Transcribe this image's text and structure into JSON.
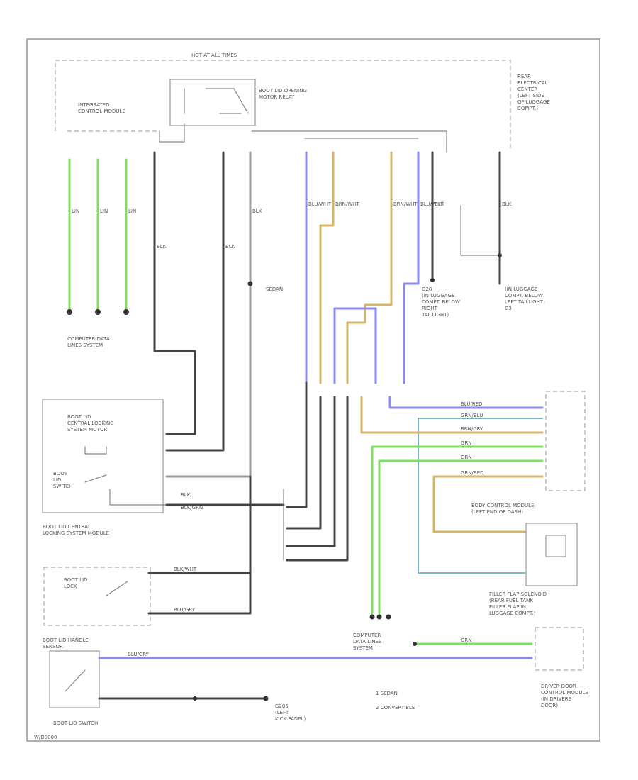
{
  "labels": {
    "power": "HOT AT ALL TIMES",
    "relay": "BOOT LID OPENING\nMOTOR RELAY",
    "icm": "INTEGRATED\nCONTROL MODULE",
    "rec": "REAR\nELECTRICAL\nCENTER\n(LEFT SIDE\nOF LUGGAGE\nCOMPT.)",
    "cdls_top": "COMPUTER DATA\nLINES SYSTEM",
    "sedan_mark": "SEDAN",
    "g_right": "G28\n(IN LUGGAGE\nCOMPT. BELOW\nRIGHT\nTAILLIGHT)",
    "g_left": "(IN LUGGAGE\nCOMPT. BELOW\nLEFT TAILLIGHT)\nG3",
    "lock_motor": "BOOT LID\nCENTRAL LOCKING\nSYSTEM MOTOR",
    "lid_switch": "BOOT\nLID\nSWITCH",
    "lock_module": "BOOT LID CENTRAL\nLOCKING SYSTEM MODULE",
    "bcm": "BODY CONTROL MODULE\n(LEFT END OF DASH)",
    "filler": "FILLER FLAP SOLENOID\n(REAR FUEL TANK\nFILLER FLAP IN\nLUGGAGE COMPT.)",
    "lock": "BOOT LID\nLOCK",
    "handle": "BOOT LID HANDLE\nSENSOR",
    "cdls_bottom": "COMPUTER\nDATA LINES\nSYSTEM",
    "dd_module": "DRIVER DOOR\nCONTROL MODULE\n(IN DRIVERS\nDOOR)",
    "g_kick": "G205\n(LEFT\nKICK PANEL)",
    "lid_switch_bottom": "BOOT LID SWITCH",
    "legend1": "1   SEDAN",
    "legend2": "2   CONVERTIBLE",
    "code": "W/D0000"
  },
  "wire_labels": {
    "w1": "LIN",
    "w2": "LIN",
    "w3": "LIN",
    "w4": "BLK",
    "w5": "BLK",
    "w6": "BLK",
    "w7": "BLU/WHT",
    "w8": "BRN/WHT",
    "w9": "BRN/WHT",
    "w10": "BLU/WHT",
    "w11": "BLK",
    "w12": "BLK",
    "w13": "BLU/RED",
    "w14": "GRN/BLU",
    "w15": "BRN/GRY",
    "w16": "GRN",
    "w17": "GRN",
    "w18": "GRN/RED",
    "w19": "BLK",
    "w20": "BLK/GRN",
    "w21": "BLU/GRY",
    "w22": "BLK/WHT",
    "w23": "GRN",
    "w24": "BLU/GRY"
  }
}
